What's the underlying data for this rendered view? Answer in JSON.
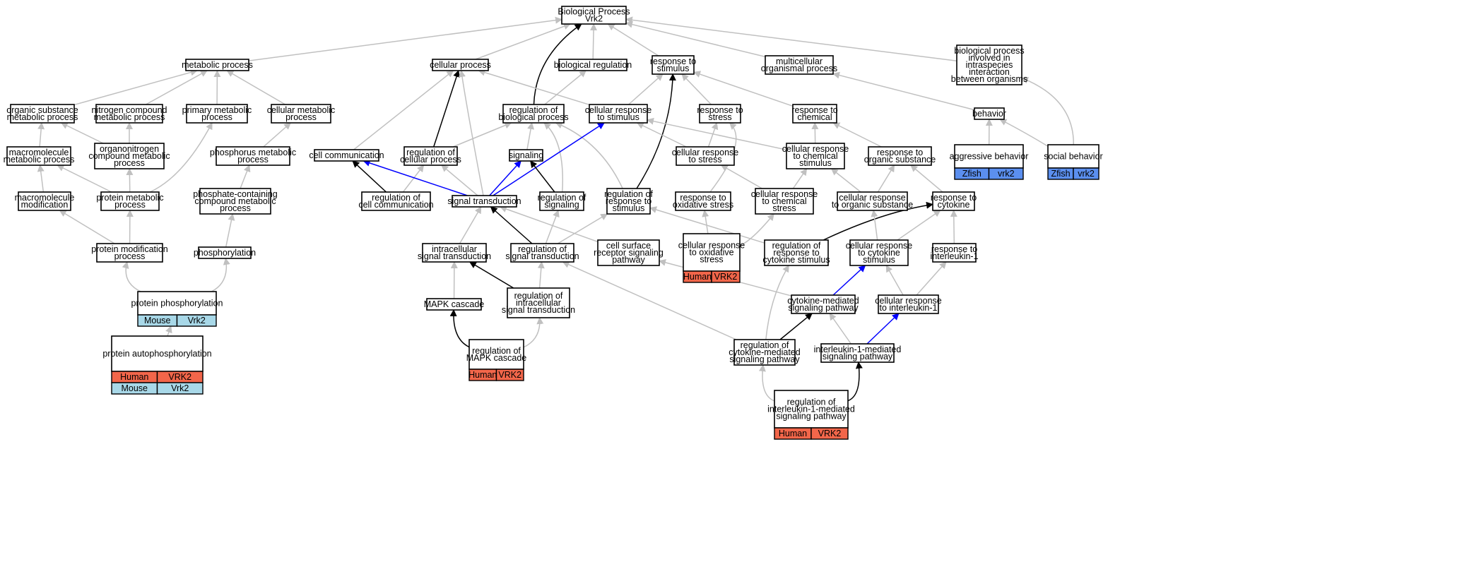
{
  "colors": {
    "grey_edge": "#c0c0c0",
    "black_edge": "#000000",
    "blue_edge": "#0000ff",
    "human": "#f2664a",
    "mouse": "#a8d8e8",
    "zfish": "#5b8fef"
  },
  "nodes": {
    "bp": {
      "lines": [
        "Biological Process",
        "Vrk2"
      ]
    },
    "metabolic": {
      "lines": [
        "metabolic process"
      ]
    },
    "cellular": {
      "lines": [
        "cellular process"
      ]
    },
    "bioreg": {
      "lines": [
        "biological regulation"
      ]
    },
    "rstim": {
      "lines": [
        "response to",
        "stimulus"
      ]
    },
    "multi": {
      "lines": [
        "multicellular",
        "organismal process"
      ]
    },
    "bpintra": {
      "lines": [
        "biological process",
        "involved in",
        "intraspecies",
        "interaction",
        "between organisms"
      ]
    },
    "orgsub": {
      "lines": [
        "organic substance",
        "metabolic process"
      ]
    },
    "nitro": {
      "lines": [
        "nitrogen compound",
        "metabolic process"
      ]
    },
    "primary": {
      "lines": [
        "primary metabolic",
        "process"
      ]
    },
    "cellmet": {
      "lines": [
        "cellular metabolic",
        "process"
      ]
    },
    "regbio": {
      "lines": [
        "regulation of",
        "biological process"
      ]
    },
    "cellrstim": {
      "lines": [
        "cellular response",
        "to stimulus"
      ]
    },
    "rstress": {
      "lines": [
        "response to",
        "stress"
      ]
    },
    "rchem": {
      "lines": [
        "response to",
        "chemical"
      ]
    },
    "behavior": {
      "lines": [
        "behavior"
      ]
    },
    "macromet": {
      "lines": [
        "macromolecule",
        "metabolic process"
      ]
    },
    "organonitro": {
      "lines": [
        "organonitrogen",
        "compound metabolic",
        "process"
      ]
    },
    "phosmet": {
      "lines": [
        "phosphorus metabolic",
        "process"
      ]
    },
    "cellcomm": {
      "lines": [
        "cell communication"
      ]
    },
    "regcell": {
      "lines": [
        "regulation of",
        "cellular process"
      ]
    },
    "signaling": {
      "lines": [
        "signaling"
      ]
    },
    "cellrstress": {
      "lines": [
        "cellular response",
        "to stress"
      ]
    },
    "cellrchem": {
      "lines": [
        "cellular response",
        "to chemical",
        "stimulus"
      ]
    },
    "rorgsub": {
      "lines": [
        "response to",
        "organic substance"
      ]
    },
    "aggr": {
      "lines": [
        "aggressive behavior"
      ],
      "cells": [
        {
          "org": "zfish",
          "text": "Zfish"
        },
        {
          "org": "zfish",
          "text": "vrk2"
        }
      ]
    },
    "social": {
      "lines": [
        "social behavior"
      ],
      "cells": [
        {
          "org": "zfish",
          "text": "Zfish"
        },
        {
          "org": "zfish",
          "text": "vrk2"
        }
      ]
    },
    "macromod": {
      "lines": [
        "macromolecule",
        "modification"
      ]
    },
    "protmet": {
      "lines": [
        "protein metabolic",
        "process"
      ]
    },
    "phoscont": {
      "lines": [
        "phosphate-containing",
        "compound metabolic",
        "process"
      ]
    },
    "regcomm": {
      "lines": [
        "regulation of",
        "cell communication"
      ]
    },
    "sigtrans": {
      "lines": [
        "signal transduction"
      ]
    },
    "regsig": {
      "lines": [
        "regulation of",
        "signaling"
      ]
    },
    "regrstim": {
      "lines": [
        "regulation of",
        "response to",
        "stimulus"
      ]
    },
    "roxid": {
      "lines": [
        "response to",
        "oxidative stress"
      ]
    },
    "cellrchemstress": {
      "lines": [
        "cellular response",
        "to chemical",
        "stress"
      ]
    },
    "cellrorg": {
      "lines": [
        "cellular response",
        "to organic substance"
      ]
    },
    "rcyto": {
      "lines": [
        "response to",
        "cytokine"
      ]
    },
    "protmod": {
      "lines": [
        "protein modification",
        "process"
      ]
    },
    "phosph": {
      "lines": [
        "phosphorylation"
      ]
    },
    "intrasig": {
      "lines": [
        "intracellular",
        "signal transduction"
      ]
    },
    "regsigtrans": {
      "lines": [
        "regulation of",
        "signal transduction"
      ]
    },
    "surface": {
      "lines": [
        "cell surface",
        "receptor signaling",
        "pathway"
      ]
    },
    "cellroxid": {
      "lines": [
        "cellular response",
        "to oxidative",
        "stress"
      ],
      "cells": [
        {
          "org": "human",
          "text": "Human"
        },
        {
          "org": "human",
          "text": "VRK2"
        }
      ]
    },
    "regrcyto": {
      "lines": [
        "regulation of",
        "response to",
        "cytokine stimulus"
      ]
    },
    "cellrcyto": {
      "lines": [
        "cellular response",
        "to cytokine",
        "stimulus"
      ]
    },
    "rinterl": {
      "lines": [
        "response to",
        "interleukin-1"
      ]
    },
    "protphos": {
      "lines": [
        "protein phosphorylation"
      ],
      "cells": [
        {
          "org": "mouse",
          "text": "Mouse"
        },
        {
          "org": "mouse",
          "text": "Vrk2"
        }
      ]
    },
    "mapk": {
      "lines": [
        "MAPK cascade"
      ]
    },
    "regintra": {
      "lines": [
        "regulation of",
        "intracellular",
        "signal transduction"
      ]
    },
    "cytomed": {
      "lines": [
        "cytokine-mediated",
        "signaling pathway"
      ]
    },
    "cellrinterl": {
      "lines": [
        "cellular response",
        "to interleukin-1"
      ]
    },
    "autophos": {
      "lines": [
        "protein autophosphorylation"
      ],
      "cells": [
        {
          "org": "human",
          "text": "Human"
        },
        {
          "org": "human",
          "text": "VRK2"
        },
        {
          "org": "mouse",
          "text": "Mouse"
        },
        {
          "org": "mouse",
          "text": "Vrk2"
        }
      ]
    },
    "regmapk": {
      "lines": [
        "regulation of",
        "MAPK cascade"
      ],
      "cells": [
        {
          "org": "human",
          "text": "Human"
        },
        {
          "org": "human",
          "text": "VRK2"
        }
      ]
    },
    "regcytomed": {
      "lines": [
        "regulation of",
        "cytokine-mediated",
        "signaling pathway"
      ]
    },
    "interlmed": {
      "lines": [
        "interleukin-1-mediated",
        "signaling pathway"
      ]
    },
    "reginterl": {
      "lines": [
        "regulation of",
        "interleukin-1-mediated",
        "signaling pathway"
      ],
      "cells": [
        {
          "org": "human",
          "text": "Human"
        },
        {
          "org": "human",
          "text": "VRK2"
        }
      ]
    }
  },
  "edges": [
    {
      "from": "metabolic",
      "to": "bp",
      "color": "grey"
    },
    {
      "from": "cellular",
      "to": "bp",
      "color": "grey"
    },
    {
      "from": "bioreg",
      "to": "bp",
      "color": "grey"
    },
    {
      "from": "rstim",
      "to": "bp",
      "color": "grey"
    },
    {
      "from": "multi",
      "to": "bp",
      "color": "grey"
    },
    {
      "from": "bpintra",
      "to": "bp",
      "color": "grey"
    },
    {
      "from": "regbio",
      "to": "bp",
      "color": "black"
    },
    {
      "from": "orgsub",
      "to": "metabolic",
      "color": "grey"
    },
    {
      "from": "nitro",
      "to": "metabolic",
      "color": "grey"
    },
    {
      "from": "primary",
      "to": "metabolic",
      "color": "grey"
    },
    {
      "from": "cellmet",
      "to": "metabolic",
      "color": "grey"
    },
    {
      "from": "regbio",
      "to": "bioreg",
      "color": "grey"
    },
    {
      "from": "cellrstim",
      "to": "cellular",
      "color": "grey"
    },
    {
      "from": "cellrstim",
      "to": "rstim",
      "color": "grey"
    },
    {
      "from": "rstress",
      "to": "rstim",
      "color": "grey"
    },
    {
      "from": "rchem",
      "to": "rstim",
      "color": "grey"
    },
    {
      "from": "regrstim",
      "to": "rstim",
      "color": "black"
    },
    {
      "from": "behavior",
      "to": "multi",
      "color": "grey"
    },
    {
      "from": "social",
      "to": "bpintra",
      "color": "grey"
    },
    {
      "from": "macromet",
      "to": "orgsub",
      "color": "grey"
    },
    {
      "from": "organonitro",
      "to": "orgsub",
      "color": "grey"
    },
    {
      "from": "organonitro",
      "to": "nitro",
      "color": "grey"
    },
    {
      "from": "phosmet",
      "to": "cellmet",
      "color": "grey"
    },
    {
      "from": "cellcomm",
      "to": "cellular",
      "color": "grey"
    },
    {
      "from": "regcell",
      "to": "cellular",
      "color": "black"
    },
    {
      "from": "regcell",
      "to": "regbio",
      "color": "grey"
    },
    {
      "from": "signaling",
      "to": "regbio",
      "color": "grey"
    },
    {
      "from": "regsig",
      "to": "regbio",
      "color": "grey"
    },
    {
      "from": "regrstim",
      "to": "regbio",
      "color": "grey"
    },
    {
      "from": "cellrstress",
      "to": "cellrstim",
      "color": "grey"
    },
    {
      "from": "cellrstress",
      "to": "rstress",
      "color": "grey"
    },
    {
      "from": "cellrchem",
      "to": "cellrstim",
      "color": "grey"
    },
    {
      "from": "cellrchem",
      "to": "rchem",
      "color": "grey"
    },
    {
      "from": "rorgsub",
      "to": "rchem",
      "color": "grey"
    },
    {
      "from": "aggr",
      "to": "behavior",
      "color": "grey"
    },
    {
      "from": "social",
      "to": "behavior",
      "color": "grey"
    },
    {
      "from": "macromod",
      "to": "macromet",
      "color": "grey"
    },
    {
      "from": "protmet",
      "to": "macromet",
      "color": "grey"
    },
    {
      "from": "protmet",
      "to": "organonitro",
      "color": "grey"
    },
    {
      "from": "protmet",
      "to": "primary",
      "color": "grey"
    },
    {
      "from": "phoscont",
      "to": "phosmet",
      "color": "grey"
    },
    {
      "from": "regcomm",
      "to": "cellcomm",
      "color": "black"
    },
    {
      "from": "regcomm",
      "to": "regcell",
      "color": "grey"
    },
    {
      "from": "sigtrans",
      "to": "cellcomm",
      "color": "blue"
    },
    {
      "from": "sigtrans",
      "to": "cellular",
      "color": "grey"
    },
    {
      "from": "sigtrans",
      "to": "regcell",
      "color": "grey"
    },
    {
      "from": "sigtrans",
      "to": "signaling",
      "color": "blue"
    },
    {
      "from": "sigtrans",
      "to": "cellrstim",
      "color": "blue"
    },
    {
      "from": "regsig",
      "to": "signaling",
      "color": "black"
    },
    {
      "from": "roxid",
      "to": "rstress",
      "color": "grey"
    },
    {
      "from": "cellrchemstress",
      "to": "cellrstress",
      "color": "grey"
    },
    {
      "from": "cellrchemstress",
      "to": "cellrchem",
      "color": "grey"
    },
    {
      "from": "cellrorg",
      "to": "cellrchem",
      "color": "grey"
    },
    {
      "from": "cellrorg",
      "to": "rorgsub",
      "color": "grey"
    },
    {
      "from": "rcyto",
      "to": "rorgsub",
      "color": "grey"
    },
    {
      "from": "protmod",
      "to": "macromod",
      "color": "grey"
    },
    {
      "from": "protmod",
      "to": "protmet",
      "color": "grey"
    },
    {
      "from": "phosph",
      "to": "phoscont",
      "color": "grey"
    },
    {
      "from": "intrasig",
      "to": "sigtrans",
      "color": "grey"
    },
    {
      "from": "regsigtrans",
      "to": "sigtrans",
      "color": "black"
    },
    {
      "from": "regsigtrans",
      "to": "regsig",
      "color": "grey"
    },
    {
      "from": "regsigtrans",
      "to": "regrstim",
      "color": "grey"
    },
    {
      "from": "surface",
      "to": "sigtrans",
      "color": "grey"
    },
    {
      "from": "cellroxid",
      "to": "roxid",
      "color": "grey"
    },
    {
      "from": "cellroxid",
      "to": "cellrchemstress",
      "color": "grey"
    },
    {
      "from": "regrcyto",
      "to": "regrstim",
      "color": "grey"
    },
    {
      "from": "regrcyto",
      "to": "rcyto",
      "color": "black"
    },
    {
      "from": "cellrcyto",
      "to": "cellrorg",
      "color": "grey"
    },
    {
      "from": "cellrcyto",
      "to": "rcyto",
      "color": "grey"
    },
    {
      "from": "rinterl",
      "to": "rcyto",
      "color": "grey"
    },
    {
      "from": "protphos",
      "to": "protmod",
      "color": "grey"
    },
    {
      "from": "protphos",
      "to": "phosph",
      "color": "grey"
    },
    {
      "from": "mapk",
      "to": "intrasig",
      "color": "grey"
    },
    {
      "from": "regintra",
      "to": "intrasig",
      "color": "black"
    },
    {
      "from": "regintra",
      "to": "regsigtrans",
      "color": "grey"
    },
    {
      "from": "cytomed",
      "to": "surface",
      "color": "grey"
    },
    {
      "from": "cytomed",
      "to": "cellrcyto",
      "color": "blue"
    },
    {
      "from": "cellrinterl",
      "to": "cellrcyto",
      "color": "grey"
    },
    {
      "from": "cellrinterl",
      "to": "rinterl",
      "color": "grey"
    },
    {
      "from": "autophos",
      "to": "protphos",
      "color": "grey"
    },
    {
      "from": "regmapk",
      "to": "mapk",
      "color": "black"
    },
    {
      "from": "regmapk",
      "to": "regintra",
      "color": "grey"
    },
    {
      "from": "regcytomed",
      "to": "regsigtrans",
      "color": "grey"
    },
    {
      "from": "regcytomed",
      "to": "regrcyto",
      "color": "grey"
    },
    {
      "from": "regcytomed",
      "to": "cytomed",
      "color": "black"
    },
    {
      "from": "interlmed",
      "to": "cytomed",
      "color": "grey"
    },
    {
      "from": "interlmed",
      "to": "cellrinterl",
      "color": "blue"
    },
    {
      "from": "reginterl",
      "to": "regcytomed",
      "color": "grey"
    },
    {
      "from": "reginterl",
      "to": "interlmed",
      "color": "black"
    }
  ]
}
